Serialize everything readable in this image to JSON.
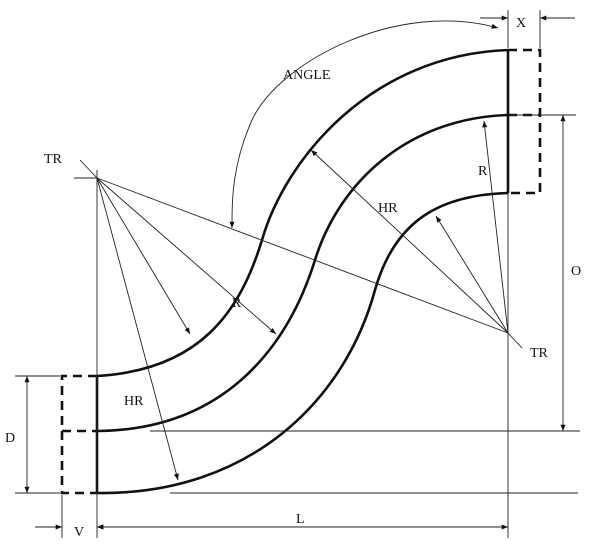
{
  "diagram": {
    "labels": {
      "x": "X",
      "angle": "ANGLE",
      "tr_left": "TR",
      "r_left": "R",
      "hr_right": "HR",
      "r_right": "R",
      "o": "O",
      "tr_right": "TR",
      "hr_left": "HR",
      "d": "D",
      "v": "V",
      "l": "L"
    }
  }
}
